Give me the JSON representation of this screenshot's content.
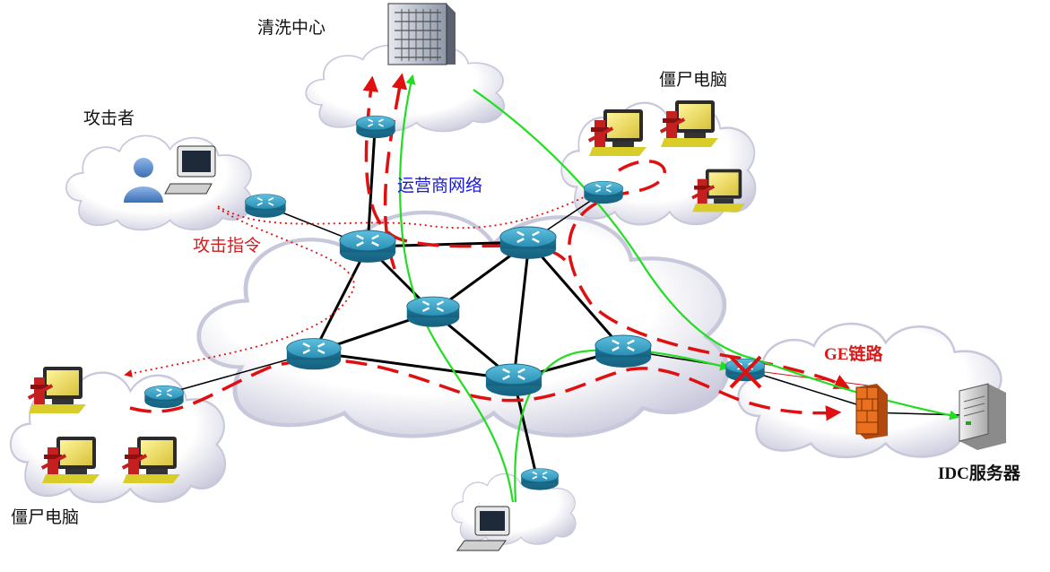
{
  "labels": {
    "scrubbing_center": "清洗中心",
    "attacker": "攻击者",
    "zombie_top_right": "僵尸电脑",
    "zombie_bottom_left": "僵尸电脑",
    "carrier_network": "运营商网络",
    "attack_command": "攻击指令",
    "ge_link": "GE链路",
    "idc_server": "IDC服务器"
  },
  "colors": {
    "attack_traffic": "#e01010",
    "clean_traffic": "#22dd22",
    "command_path": "#e01010",
    "link": "#000000",
    "cloud_fill": "#ffffff",
    "cloud_shadow": "#b4b4cc",
    "router": "#2a93b8",
    "label_blue": "#1a1ad6",
    "label_red": "#d81a1a"
  },
  "icons": [
    "router-icon",
    "server-rack-icon",
    "user-icon",
    "computer-icon",
    "zombie-computer-icon",
    "firewall-icon",
    "idc-server-icon",
    "blocked-x-icon"
  ]
}
